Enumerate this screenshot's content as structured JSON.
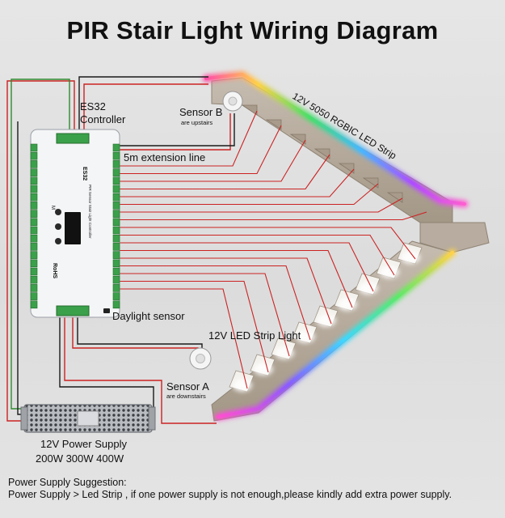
{
  "title": "PIR Stair Light Wiring Diagram",
  "labels": {
    "controller_line1": "ES32",
    "controller_line2": "Controller",
    "sensor_b": "Sensor B",
    "sensor_b_note": "are upstairs",
    "extension_line": "5m extension line",
    "rgbic_strip": "12V 5050 RGBIC LED Strip",
    "daylight_sensor": "Daylight sensor",
    "led_strip_light": "12V LED Strip Light",
    "sensor_a": "Sensor A",
    "sensor_a_note": "are downstairs",
    "power_supply_line1": "12V Power Supply",
    "power_supply_line2": "200W 300W 400W"
  },
  "controller_panel": {
    "brand": "ES32",
    "model": "PIR Sensor Stair Light Controller",
    "button_m": "M",
    "mark": "RoHS"
  },
  "footer": {
    "line1": "Power Supply Suggestion:",
    "line2": "Power Supply > Led Strip , if one power supply is not enough,please kindly add extra power supply."
  },
  "colors": {
    "wire_red": "#cc2222",
    "wire_black": "#1a1a1a",
    "wire_green": "#2f8a2f",
    "terminal_green": "#3aa04a",
    "concrete": "#b9aea2"
  }
}
